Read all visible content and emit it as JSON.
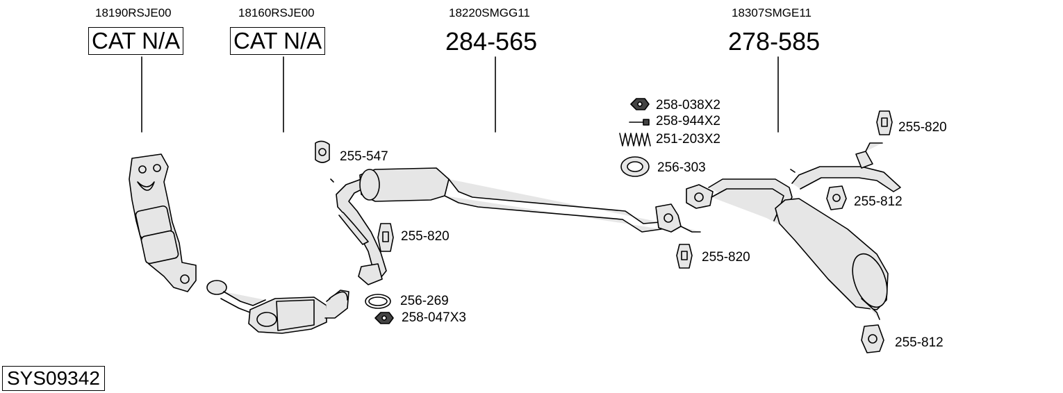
{
  "parts": {
    "p1": {
      "oem": "18190RSJE00",
      "ref": "CAT N/A"
    },
    "p2": {
      "oem": "18160RSJE00",
      "ref": "CAT N/A"
    },
    "p3": {
      "oem": "18220SMGG11",
      "ref": "284-565"
    },
    "p4": {
      "oem": "18307SMGE11",
      "ref": "278-585"
    }
  },
  "fittings": {
    "f_258_038": "258-038X2",
    "f_258_944": "258-944X2",
    "f_251_203": "251-203X2",
    "f_256_303": "256-303",
    "f_255_547": "255-547",
    "f_255_820_a": "255-820",
    "f_255_820_b": "255-820",
    "f_255_820_c": "255-820",
    "f_255_812_a": "255-812",
    "f_255_812_b": "255-812",
    "f_256_269": "256-269",
    "f_258_047": "258-047X3"
  },
  "system": {
    "id": "SYS09342"
  },
  "icons": [
    "rubber-hanger-icon",
    "nut-icon",
    "bolt-icon",
    "spring-icon",
    "gasket-ring-icon"
  ]
}
